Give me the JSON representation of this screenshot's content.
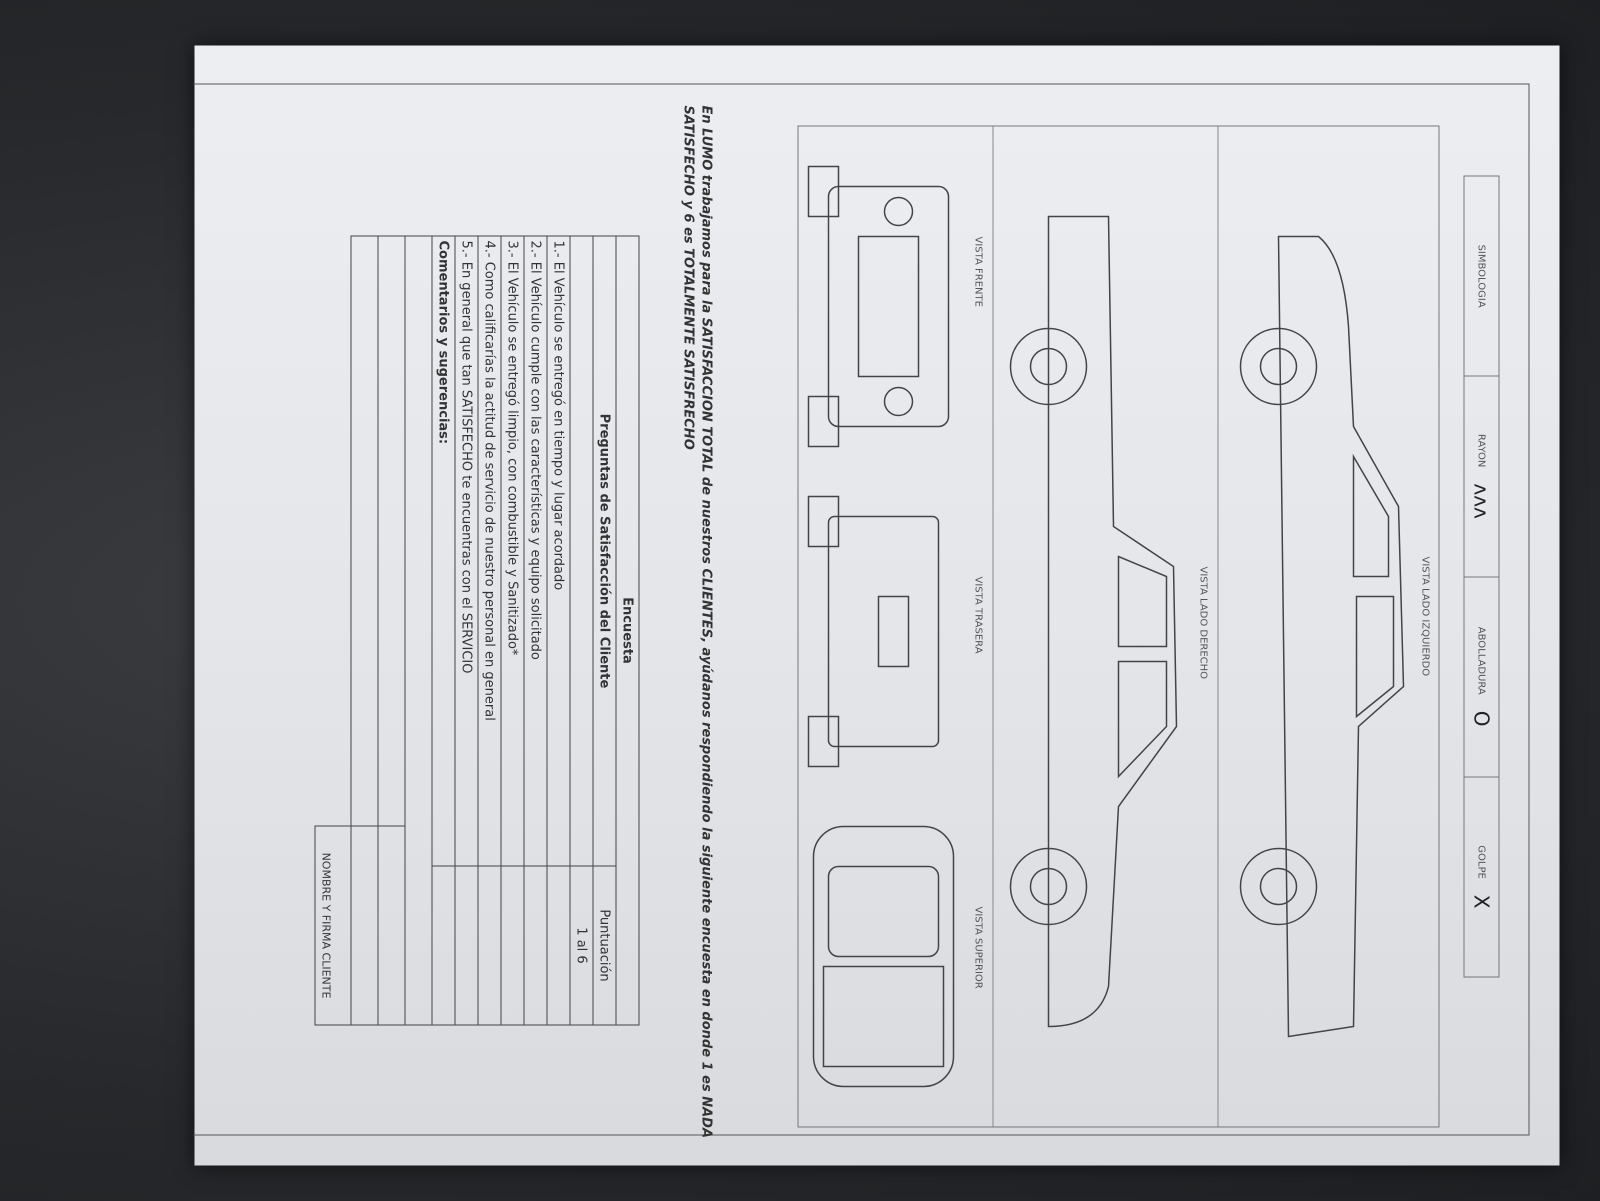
{
  "symbology": {
    "title": "SIMBOLOGIA",
    "items": [
      {
        "label": "RAYON",
        "symbol": "ʌʌʌ"
      },
      {
        "label": "ABOLLADURA",
        "symbol": "O"
      },
      {
        "label": "GOLPE",
        "symbol": "X"
      }
    ]
  },
  "views": {
    "left": "VISTA LADO IZQUIERDO",
    "right": "VISTA LADO DERECHO",
    "front": "VISTA FRENTE",
    "rear": "VISTA TRASERA",
    "top": "VISTA SUPERIOR"
  },
  "intro": "En LUMO trabajamos para la SATISFACCION TOTAL de nuestros CLIENTES, ayúdanos respondiendo la siguiente encuesta en donde 1 es NADA SATISFECHO y 6 es TOTALMENTE SATISFRECHO",
  "survey": {
    "title": "Encuesta",
    "header_questions": "Preguntas de Satisfacción del Cliente",
    "header_score": "Puntuación",
    "score_range": "1 al 6",
    "questions": [
      "1.- El Vehículo se entregó en tiempo y lugar acordado",
      "2.- El Vehículo cumple con las características y equipo solicitado",
      "3.- El Vehículo se entregó limpio, con combustible y Sanitizado*",
      "4.- Como calificarías la actitud de servicio de nuestro personal en general",
      "5.- En general que tan SATISFECHO te encuentras con el SERVICIO"
    ],
    "comments_label": "Comentarios y sugerencias:",
    "signature_label": "NOMBRE Y FIRMA CLIENTE"
  }
}
